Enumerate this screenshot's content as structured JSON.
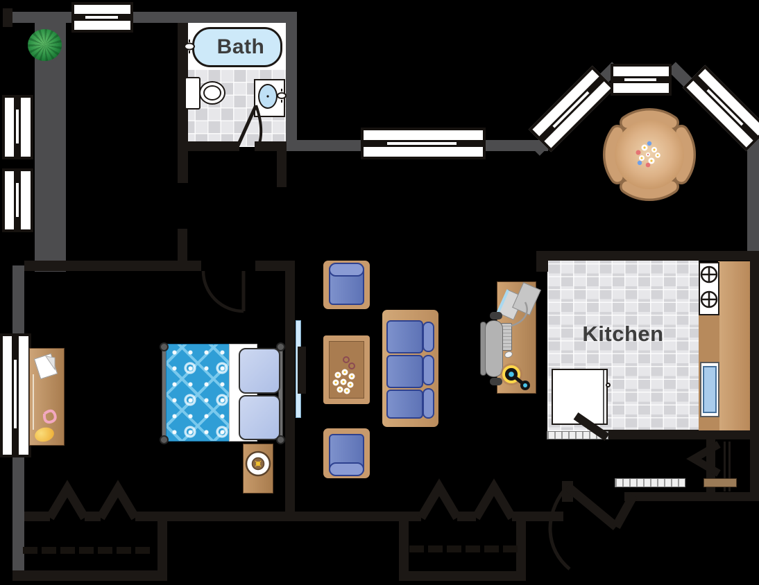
{
  "labels": {
    "bath": "Bath",
    "kitchen": "Kitchen"
  },
  "colors": {
    "background": "#000000",
    "exterior_wall": "#4c4c4e",
    "interior_wall": "#1c1815",
    "tile_light": "#e7e7ea",
    "tile_dark": "#d4d4d8",
    "tub_blue": "#cde9f9",
    "sink_blue": "#bfe0f5",
    "kitchen_sink_blue": "#a9ccec",
    "wood": "#c89a6c",
    "counter": "#c0905e",
    "sofa_blue": "#6d84c6",
    "pillow_blue": "#bccaec",
    "bed_pattern_blue": "#2f9ed6",
    "tv_blue": "#cfe9fb",
    "plant_green": "#2f9447",
    "label_text": "#3d3d3d",
    "lamp_yellow": "#f0c030"
  },
  "rooms": [
    {
      "label": "Bath"
    },
    {
      "label": "Kitchen"
    }
  ],
  "elements": {
    "windows": 7,
    "furniture": [
      "bathtub",
      "toilet",
      "bathroom-sink",
      "dining-table",
      "dining-chairs",
      "flower-centerpiece",
      "stove",
      "kitchen-counter",
      "kitchen-sink",
      "refrigerator",
      "bed",
      "pillows",
      "nightstand",
      "lamp",
      "dresser",
      "sofa",
      "armchair-top",
      "armchair-bottom",
      "coffee-table",
      "tv",
      "computer-desk",
      "laptop",
      "keyboard",
      "mouse",
      "headphones",
      "office-chair",
      "plant",
      "closet-rods",
      "bifold-doors",
      "entry-door"
    ]
  }
}
